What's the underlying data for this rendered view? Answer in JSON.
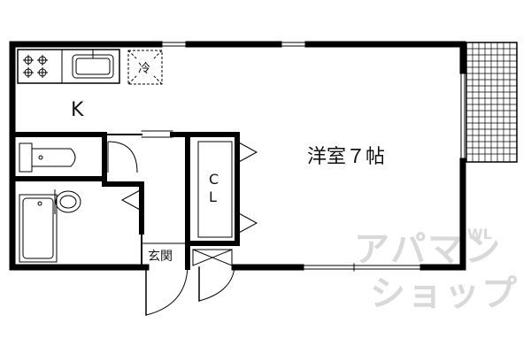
{
  "plan": {
    "kitchen_label": "K",
    "room_label": "洋室７帖",
    "closet_label_top": "C",
    "closet_label_bottom": "L",
    "entrance_label": "玄関",
    "fridge_label": "冷"
  },
  "watermark": {
    "line1": "アパマン",
    "line2": "ショップ",
    "small": "WL"
  },
  "colors": {
    "wall": "#000000",
    "watermark": "#d9d9d9",
    "background": "#ffffff"
  }
}
